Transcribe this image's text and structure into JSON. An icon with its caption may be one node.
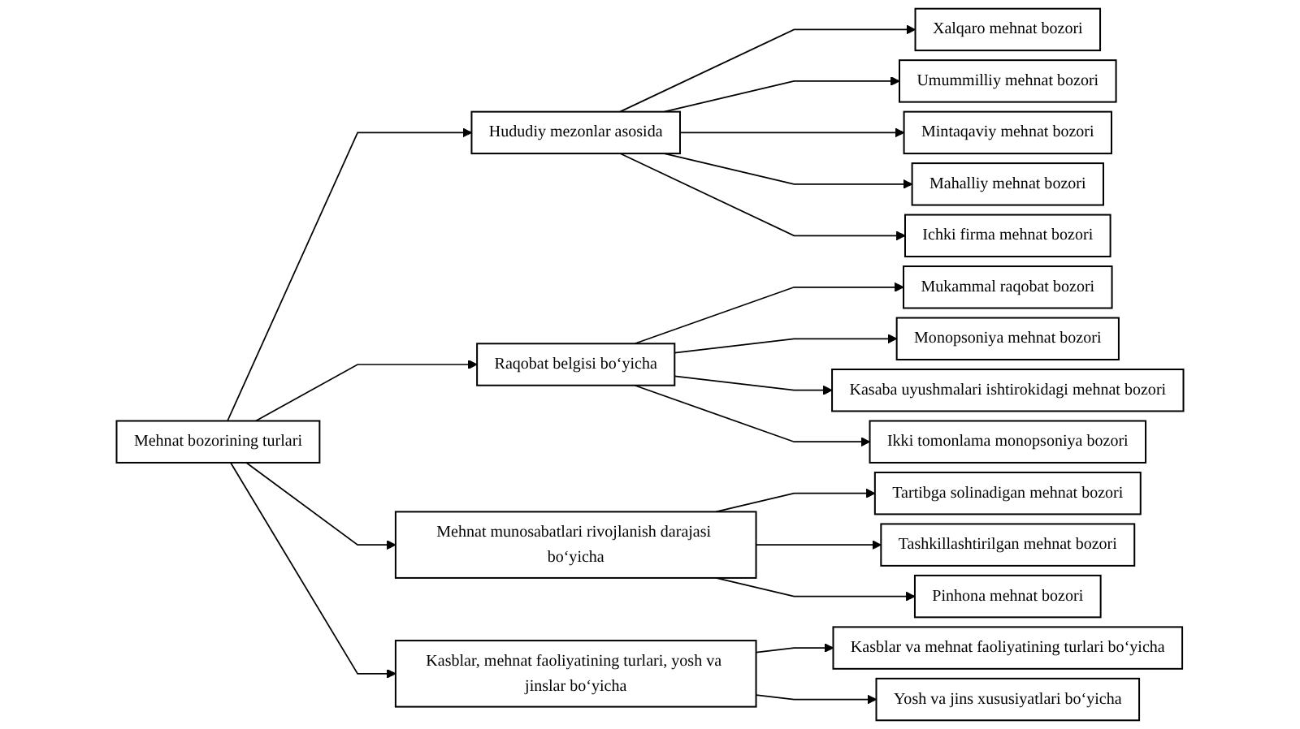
{
  "diagram": {
    "nodes": [
      {
        "text": [
          "Mehnat bozorining turlari"
        ]
      },
      {
        "text": [
          "Hududiy mezonlar asosida"
        ]
      },
      {
        "text": [
          "Xalqaro mehnat bozori"
        ]
      },
      {
        "text": [
          "Umummilliy mehnat bozori"
        ]
      },
      {
        "text": [
          "Mintaqaviy mehnat bozori"
        ]
      },
      {
        "text": [
          "Mahalliy mehnat bozori"
        ]
      },
      {
        "text": [
          "Ichki firma mehnat bozori"
        ]
      },
      {
        "text": [
          "Raqobat belgisi bo‘yicha"
        ]
      },
      {
        "text": [
          "Mukammal raqobat bozori"
        ]
      },
      {
        "text": [
          "Monopsoniya mehnat bozori"
        ]
      },
      {
        "text": [
          "Kasaba uyushmalari ishtirokidagi mehnat bozori"
        ]
      },
      {
        "text": [
          "Ikki tomonlama monopsoniya bozori"
        ]
      },
      {
        "text": [
          "Mehnat munosabatlari rivojlanish darajasi bo‘yicha"
        ]
      },
      {
        "text": [
          "Tartibga solinadigan mehnat bozori"
        ]
      },
      {
        "text": [
          "Tashkillashtirilgan mehnat bozori"
        ]
      },
      {
        "text": [
          "Pinhona mehnat bozori"
        ]
      },
      {
        "text": [
          "Kasblar, mehnat faoliyatining turlari, yosh va jinslar bo‘yicha"
        ]
      },
      {
        "text": [
          "Kasblar va mehnat faoliyatining turlari bo‘yicha"
        ]
      },
      {
        "text": [
          "Yosh va jins xususiyatlari bo‘yicha"
        ]
      }
    ],
    "edges": [
      {
        "from": 0,
        "to": 1,
        "arrow": "to"
      },
      {
        "from": 0,
        "to": 7,
        "arrow": "to"
      },
      {
        "from": 0,
        "to": 12,
        "arrow": "to"
      },
      {
        "from": 0,
        "to": 16,
        "arrow": "to"
      },
      {
        "from": 1,
        "to": 2,
        "arrow": "to"
      },
      {
        "from": 1,
        "to": 3,
        "arrow": "to"
      },
      {
        "from": 1,
        "to": 4,
        "arrow": "to"
      },
      {
        "from": 1,
        "to": 5,
        "arrow": "to"
      },
      {
        "from": 1,
        "to": 6,
        "arrow": "to"
      },
      {
        "from": 7,
        "to": 8,
        "arrow": "to"
      },
      {
        "from": 7,
        "to": 9,
        "arrow": "to"
      },
      {
        "from": 7,
        "to": 10,
        "arrow": "to"
      },
      {
        "from": 7,
        "to": 11,
        "arrow": "to"
      },
      {
        "from": 12,
        "to": 13,
        "arrow": "to"
      },
      {
        "from": 12,
        "to": 14,
        "arrow": "to"
      },
      {
        "from": 12,
        "to": 15,
        "arrow": "to"
      },
      {
        "from": 16,
        "to": 17,
        "arrow": "to"
      },
      {
        "from": 16,
        "to": 18,
        "arrow": "to"
      }
    ]
  }
}
